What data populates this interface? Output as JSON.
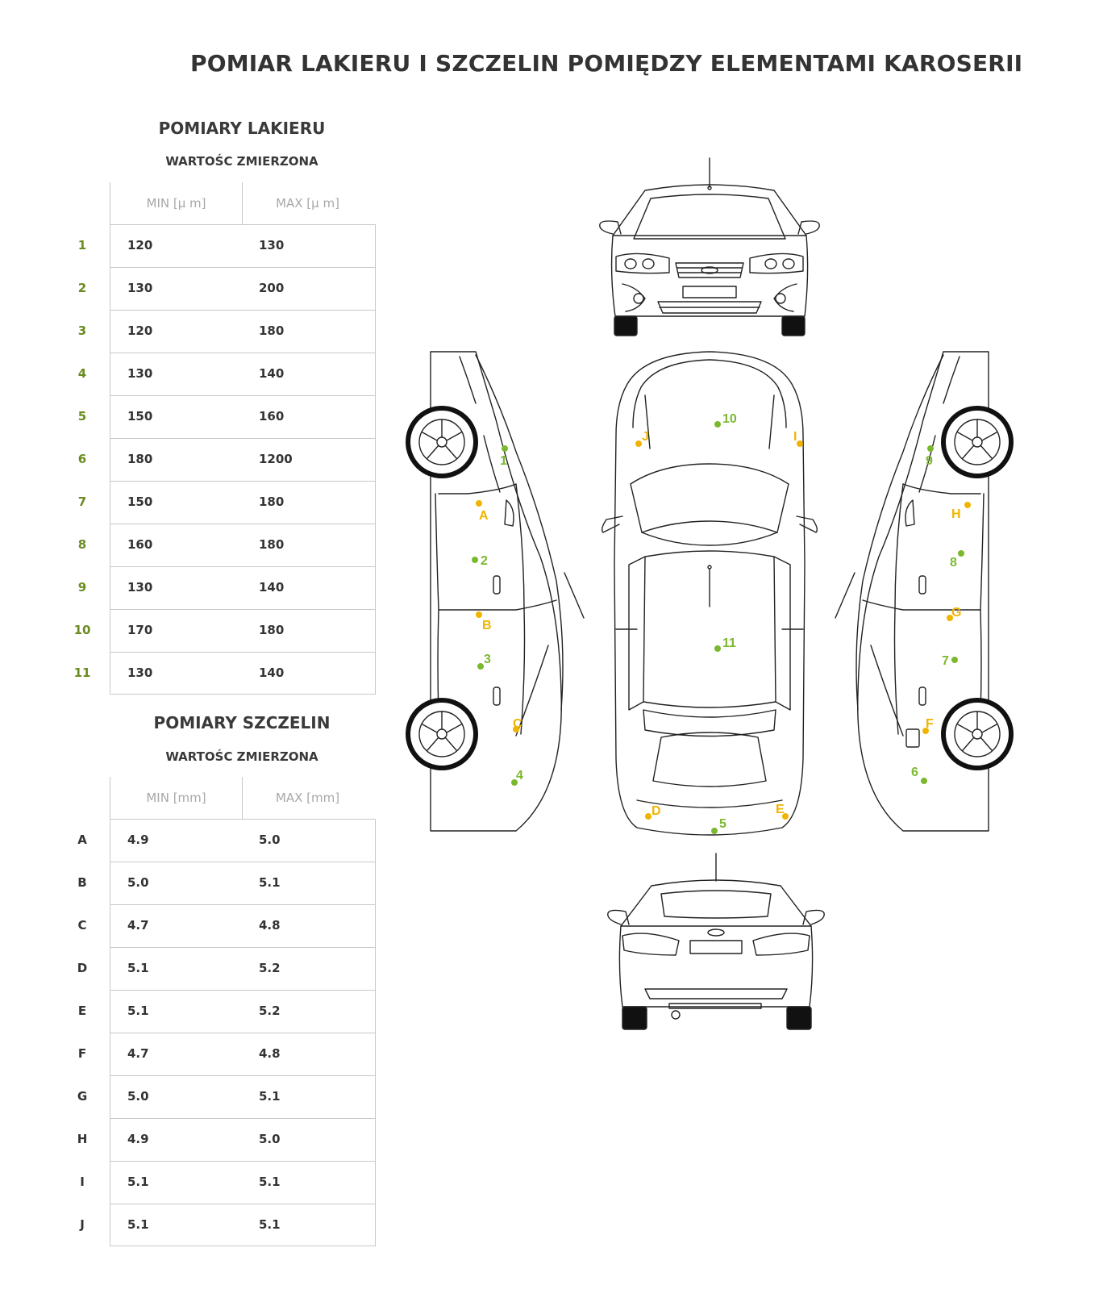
{
  "title": "POMIAR LAKIERU I SZCZELIN POMIĘDZY ELEMENTAMI KAROSERII",
  "paint": {
    "title": "POMIARY LAKIERU",
    "subtitle": "WARTOŚC ZMIERZONA",
    "col_min": "MIN [μ m]",
    "col_max": "MAX [μ m]",
    "rows": [
      {
        "label": "1",
        "min": "120",
        "max": "130"
      },
      {
        "label": "2",
        "min": "130",
        "max": "200"
      },
      {
        "label": "3",
        "min": "120",
        "max": "180"
      },
      {
        "label": "4",
        "min": "130",
        "max": "140"
      },
      {
        "label": "5",
        "min": "150",
        "max": "160"
      },
      {
        "label": "6",
        "min": "180",
        "max": "1200"
      },
      {
        "label": "7",
        "min": "150",
        "max": "180"
      },
      {
        "label": "8",
        "min": "160",
        "max": "180"
      },
      {
        "label": "9",
        "min": "130",
        "max": "140"
      },
      {
        "label": "10",
        "min": "170",
        "max": "180"
      },
      {
        "label": "11",
        "min": "130",
        "max": "140"
      }
    ]
  },
  "gaps": {
    "title": "POMIARY SZCZELIN",
    "subtitle": "WARTOŚC ZMIERZONA",
    "col_min": "MIN [mm]",
    "col_max": "MAX [mm]",
    "rows": [
      {
        "label": "A",
        "min": "4.9",
        "max": "5.0"
      },
      {
        "label": "B",
        "min": "5.0",
        "max": "5.1"
      },
      {
        "label": "C",
        "min": "4.7",
        "max": "4.8"
      },
      {
        "label": "D",
        "min": "5.1",
        "max": "5.2"
      },
      {
        "label": "E",
        "min": "5.1",
        "max": "5.2"
      },
      {
        "label": "F",
        "min": "4.7",
        "max": "4.8"
      },
      {
        "label": "G",
        "min": "5.0",
        "max": "5.1"
      },
      {
        "label": "H",
        "min": "4.9",
        "max": "5.0"
      },
      {
        "label": "I",
        "min": "5.1",
        "max": "5.1"
      },
      {
        "label": "J",
        "min": "5.1",
        "max": "5.1"
      }
    ]
  },
  "diagram_markers": {
    "paint_color": "#7cb82f",
    "gap_color": "#f0b400",
    "paint_labels": [
      "1",
      "2",
      "3",
      "4",
      "5",
      "6",
      "7",
      "8",
      "9",
      "10",
      "11"
    ],
    "gap_labels": [
      "A",
      "B",
      "C",
      "D",
      "E",
      "F",
      "G",
      "H",
      "I",
      "J"
    ]
  }
}
